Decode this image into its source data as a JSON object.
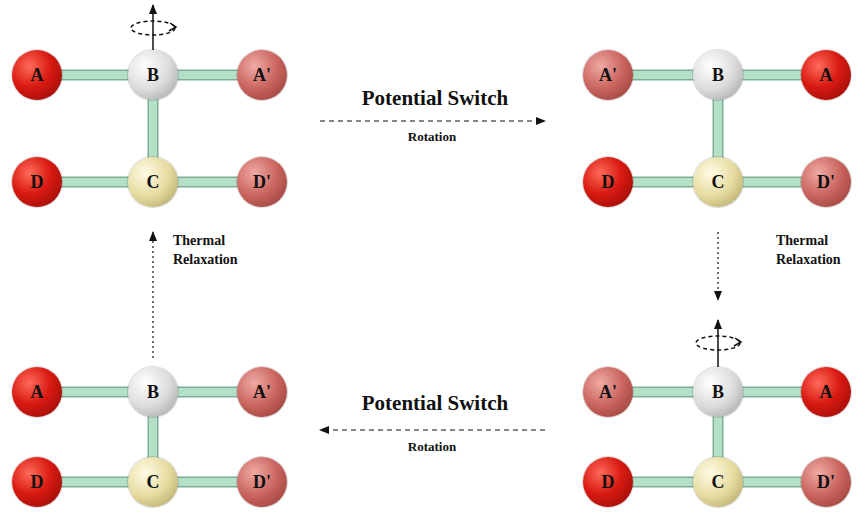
{
  "diagram": {
    "nodes": [
      {
        "text": [
          "A"
        ]
      },
      {
        "text": [
          "B"
        ]
      },
      {
        "text": [
          "A'"
        ]
      },
      {
        "text": [
          "D"
        ]
      },
      {
        "text": [
          "C"
        ]
      },
      {
        "text": [
          "D'"
        ]
      },
      {
        "text": [
          "A'"
        ]
      },
      {
        "text": [
          "B"
        ]
      },
      {
        "text": [
          "A"
        ]
      },
      {
        "text": [
          "D"
        ]
      },
      {
        "text": [
          "C"
        ]
      },
      {
        "text": [
          "D'"
        ]
      },
      {
        "text": [
          "A"
        ]
      },
      {
        "text": [
          "B"
        ]
      },
      {
        "text": [
          "A'"
        ]
      },
      {
        "text": [
          "D"
        ]
      },
      {
        "text": [
          "C"
        ]
      },
      {
        "text": [
          "D'"
        ]
      },
      {
        "text": [
          "A'"
        ]
      },
      {
        "text": [
          "B"
        ]
      },
      {
        "text": [
          "A"
        ]
      },
      {
        "text": [
          "D"
        ]
      },
      {
        "text": [
          "C"
        ]
      },
      {
        "text": [
          "D'"
        ]
      }
    ],
    "edges": [
      {
        "from": 0,
        "to": 1,
        "arrow": "none"
      },
      {
        "from": 1,
        "to": 2,
        "arrow": "none"
      },
      {
        "from": 1,
        "to": 4,
        "arrow": "none"
      },
      {
        "from": 3,
        "to": 4,
        "arrow": "none"
      },
      {
        "from": 4,
        "to": 5,
        "arrow": "none"
      },
      {
        "from": 6,
        "to": 7,
        "arrow": "none"
      },
      {
        "from": 7,
        "to": 8,
        "arrow": "none"
      },
      {
        "from": 7,
        "to": 10,
        "arrow": "none"
      },
      {
        "from": 9,
        "to": 10,
        "arrow": "none"
      },
      {
        "from": 10,
        "to": 11,
        "arrow": "none"
      },
      {
        "from": 12,
        "to": 13,
        "arrow": "none"
      },
      {
        "from": 13,
        "to": 14,
        "arrow": "none"
      },
      {
        "from": 13,
        "to": 16,
        "arrow": "none"
      },
      {
        "from": 15,
        "to": 16,
        "arrow": "none"
      },
      {
        "from": 16,
        "to": 17,
        "arrow": "none"
      },
      {
        "from": 18,
        "to": 19,
        "arrow": "none"
      },
      {
        "from": 19,
        "to": 20,
        "arrow": "none"
      },
      {
        "from": 19,
        "to": 22,
        "arrow": "none"
      },
      {
        "from": 21,
        "to": 22,
        "arrow": "none"
      },
      {
        "from": 22,
        "to": 23,
        "arrow": "none"
      }
    ],
    "labels": [
      "Potential Switch",
      "Rotation",
      "Thermal Relaxation",
      "Thermal Relaxation",
      "Potential Switch",
      "Rotation"
    ]
  }
}
